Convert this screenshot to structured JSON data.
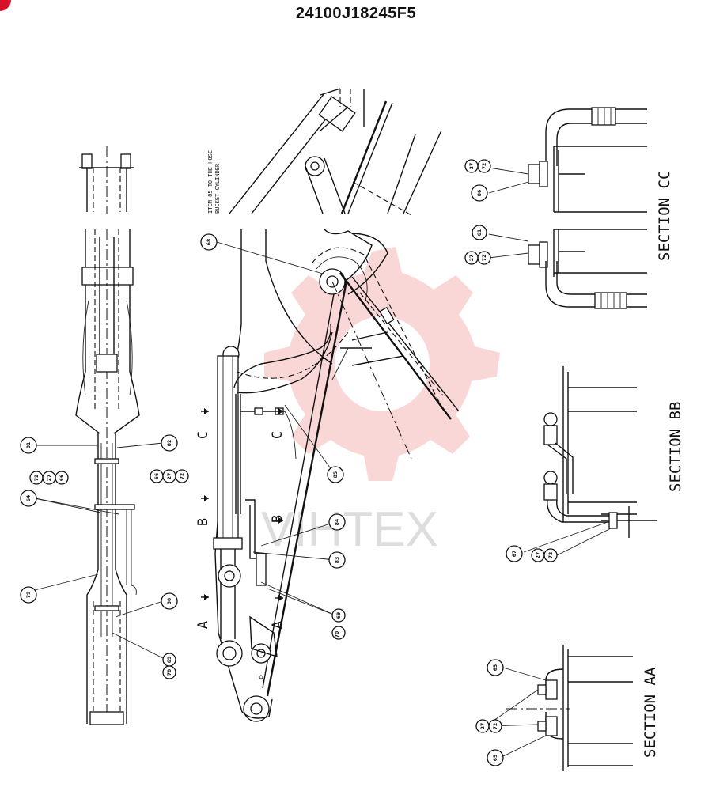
{
  "title": "24100J18245F5",
  "watermark_text": "VIHTEX",
  "note_line1": "ITEM 85 TO THE HOSE",
  "note_line2": "BUCKET CYLINDER",
  "sections": {
    "cc": "SECTION CC",
    "bb": "SECTION BB",
    "aa": "SECTION AA"
  },
  "cut_letters": {
    "a": "A",
    "b": "B",
    "c": "C"
  },
  "callouts": {
    "c81": "81",
    "c82": "82",
    "c72a": "72",
    "c27a": "27",
    "c66a": "66",
    "c66b": "66",
    "c27b": "27",
    "c72b": "72",
    "c64": "64",
    "c79": "79",
    "c80": "80",
    "c69a": "69",
    "c70a": "70",
    "c68": "68",
    "c85": "85",
    "c84": "84",
    "c83": "83",
    "c69b": "69",
    "c70b": "70",
    "c27c": "27",
    "c72c": "72",
    "c86": "86",
    "c61": "61",
    "c27d": "27",
    "c72d": "72",
    "c67": "67",
    "c27e": "27",
    "c72e": "72",
    "c65a": "65",
    "c27f": "27",
    "c72f": "72",
    "c65b": "65"
  },
  "colors": {
    "accent_red": "#d8102a",
    "watermark": "#f4a6a6"
  }
}
